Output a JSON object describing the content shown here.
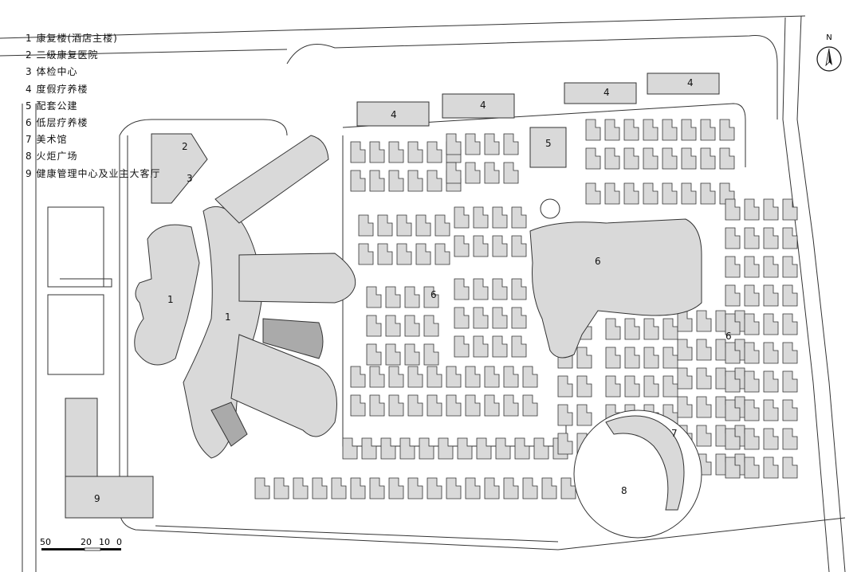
{
  "legend": {
    "items": [
      {
        "num": "1",
        "text": "康复楼(酒店主楼)"
      },
      {
        "num": "2",
        "text": "二级康复医院"
      },
      {
        "num": "3",
        "text": "体检中心"
      },
      {
        "num": "4",
        "text": "度假疗养楼"
      },
      {
        "num": "5",
        "text": "配套公建"
      },
      {
        "num": "6",
        "text": "低层疗养楼"
      },
      {
        "num": "7",
        "text": "美术馆"
      },
      {
        "num": "8",
        "text": "火炬广场"
      },
      {
        "num": "9",
        "text": "健康管理中心及业主大客厅"
      }
    ]
  },
  "compass": {
    "label": "N"
  },
  "scale": {
    "labels": [
      "50",
      "20",
      "10",
      "0"
    ]
  },
  "zones": {
    "z1a": "1",
    "z1b": "1",
    "z2": "2",
    "z3": "3",
    "z4a": "4",
    "z4b": "4",
    "z4c": "4",
    "z4d": "4",
    "z5": "5",
    "z6a": "6",
    "z6b": "6",
    "z6c": "6",
    "z7": "7",
    "z8": "8",
    "z9": "9"
  },
  "colors": {
    "building_fill": "#d9d9d9",
    "line": "#333333",
    "background": "#ffffff"
  }
}
